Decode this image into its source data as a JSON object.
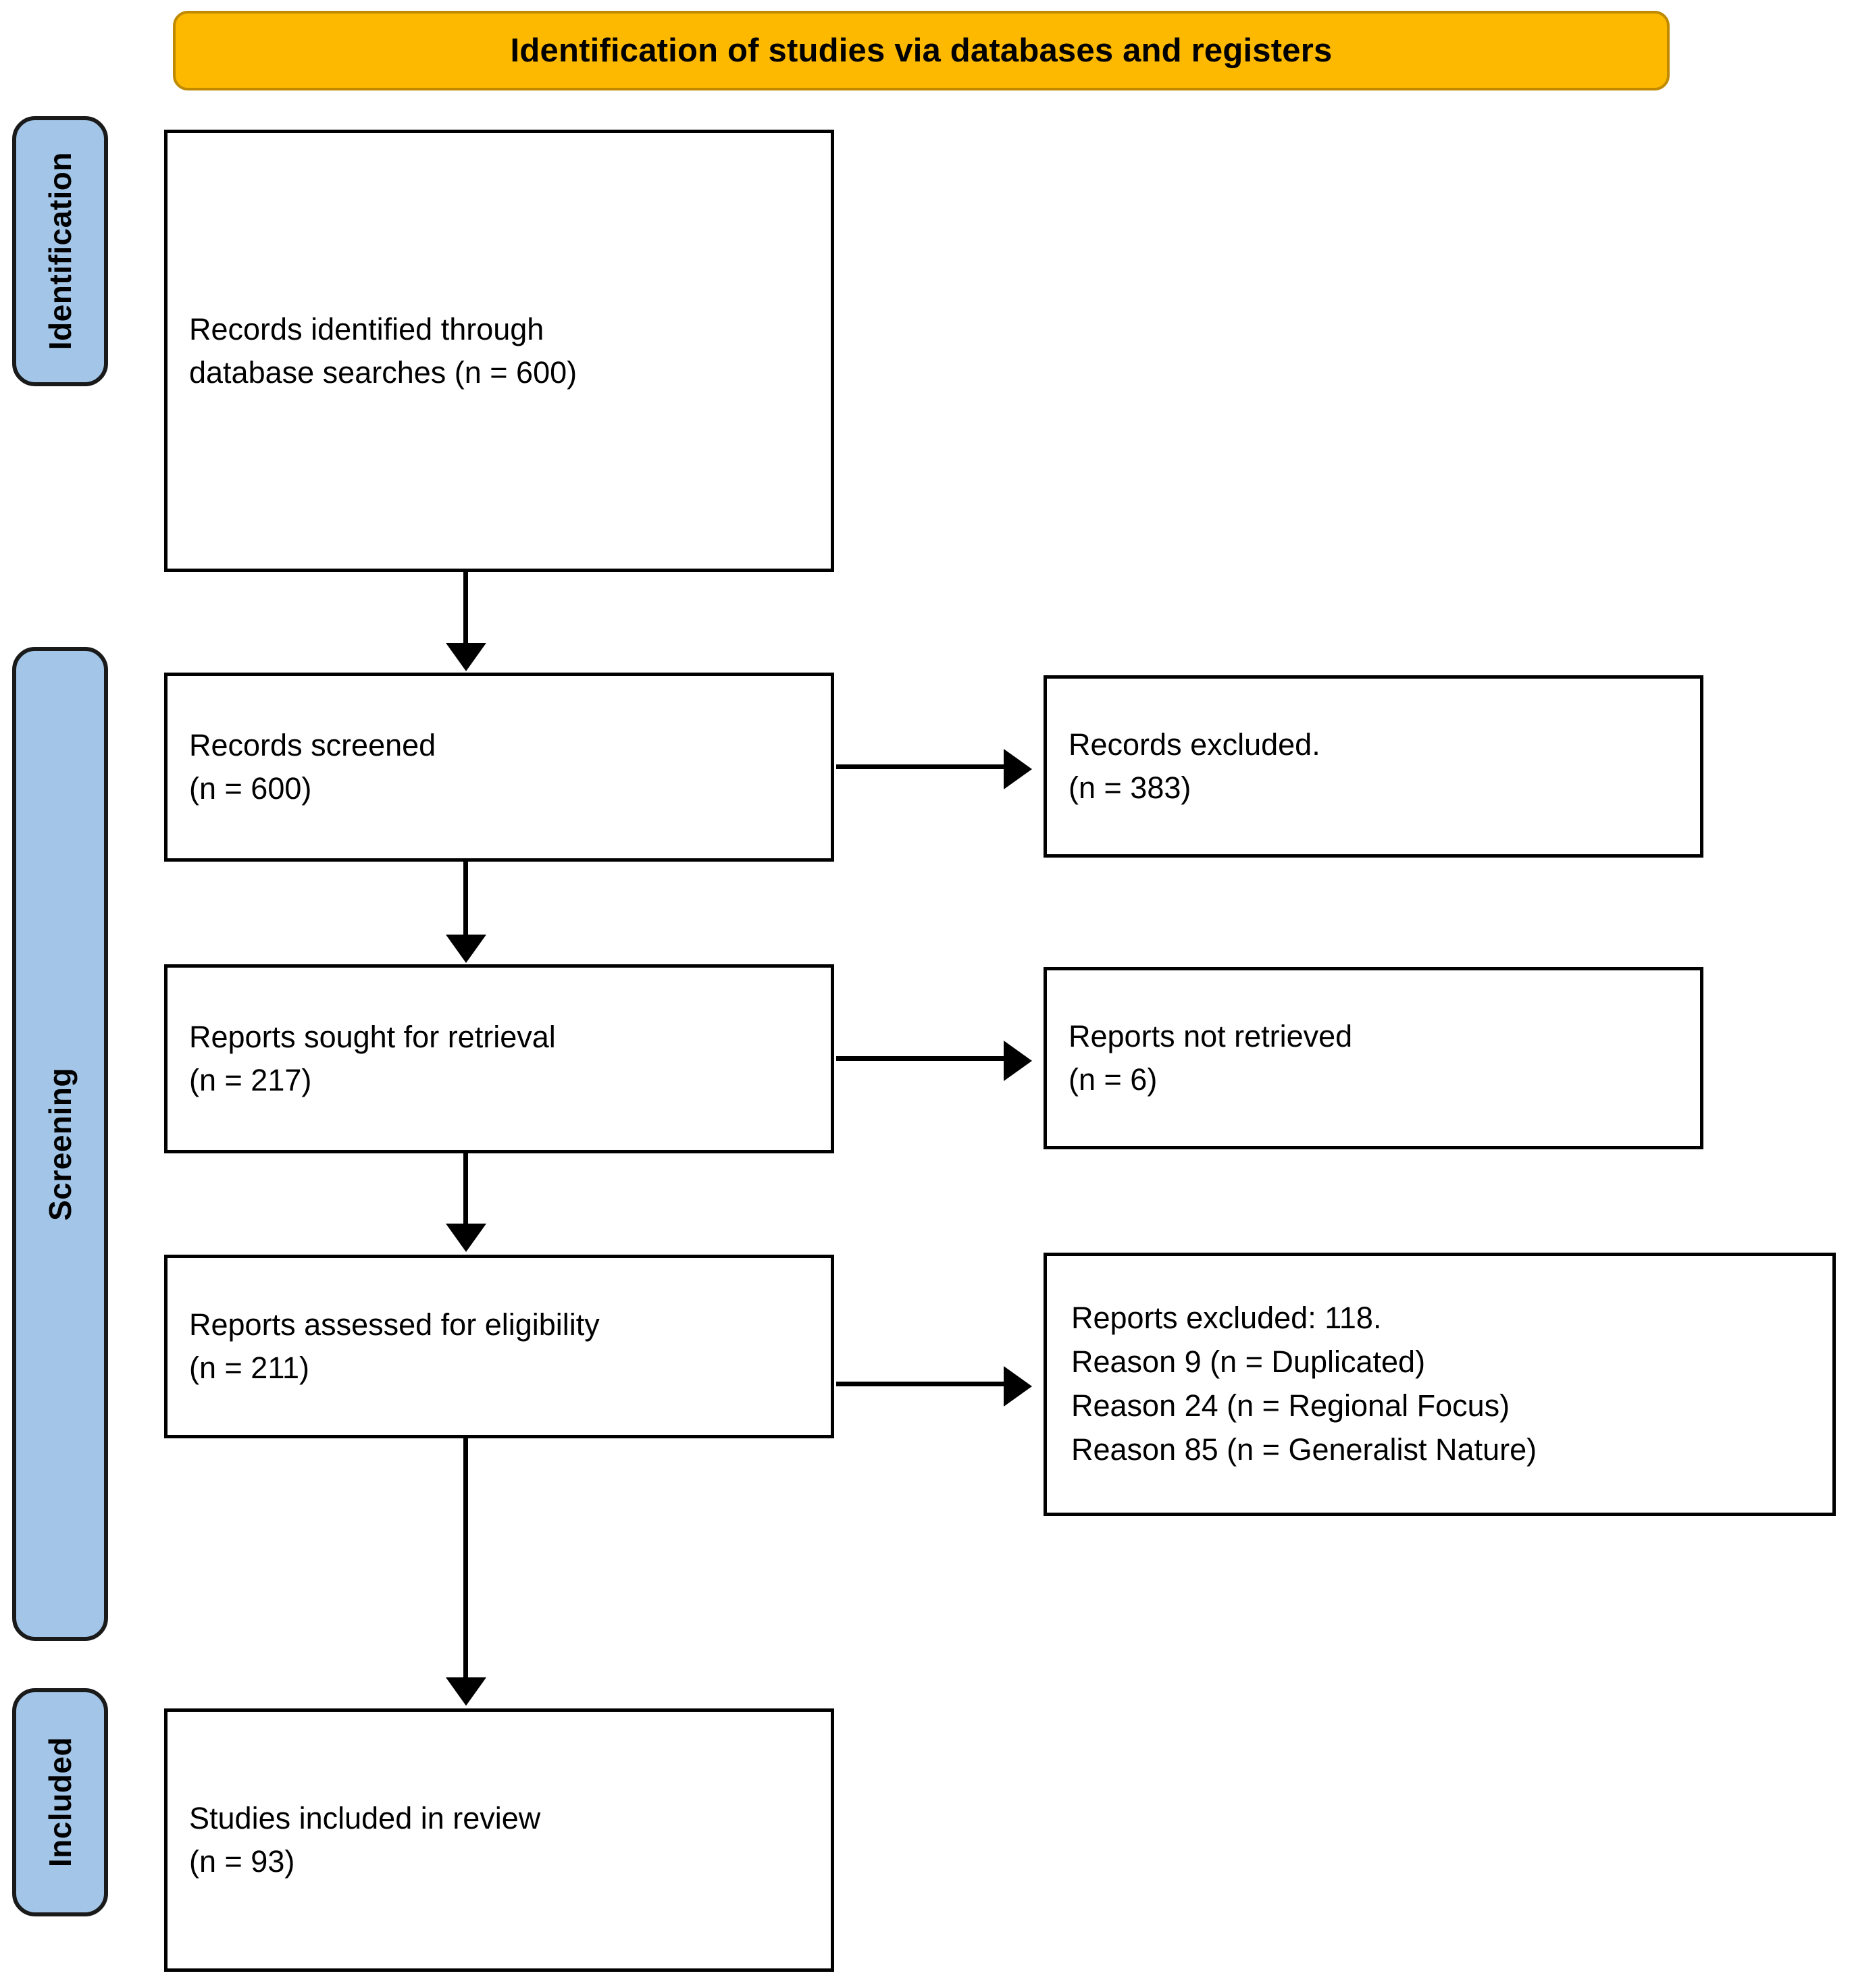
{
  "banner": {
    "title": "Identification of studies via databases and registers",
    "background_color": "#fcb900",
    "border_color": "#c08a00"
  },
  "stages": [
    {
      "id": "identification",
      "label": "Identification"
    },
    {
      "id": "screening",
      "label": "Screening"
    },
    {
      "id": "included",
      "label": "Included"
    }
  ],
  "stage_color": "#a3c6e8",
  "boxes": {
    "identified": "Records identified through\ndatabase searches (n = 600)",
    "screened": "Records screened\n(n = 600)",
    "excluded_records": "Records excluded.\n(n = 383)",
    "sought": "Reports sought for retrieval\n(n = 217)",
    "not_retrieved": "Reports not retrieved\n(n = 6)",
    "assessed": "Reports assessed for eligibility\n(n = 211)",
    "excluded_reports": "Reports excluded: 118.\n    Reason 9 (n = Duplicated)\n    Reason 24 (n = Regional Focus)\n    Reason 85 (n = Generalist Nature)",
    "included": "Studies included in review\n(n = 93)"
  },
  "flow_counts": {
    "records_identified": 600,
    "records_screened": 600,
    "records_excluded": 383,
    "reports_sought": 217,
    "reports_not_retrieved": 6,
    "reports_assessed": 211,
    "reports_excluded_total": 118,
    "reason_duplicated": 9,
    "reason_regional_focus": 24,
    "reason_generalist_nature": 85,
    "studies_included": 93
  }
}
